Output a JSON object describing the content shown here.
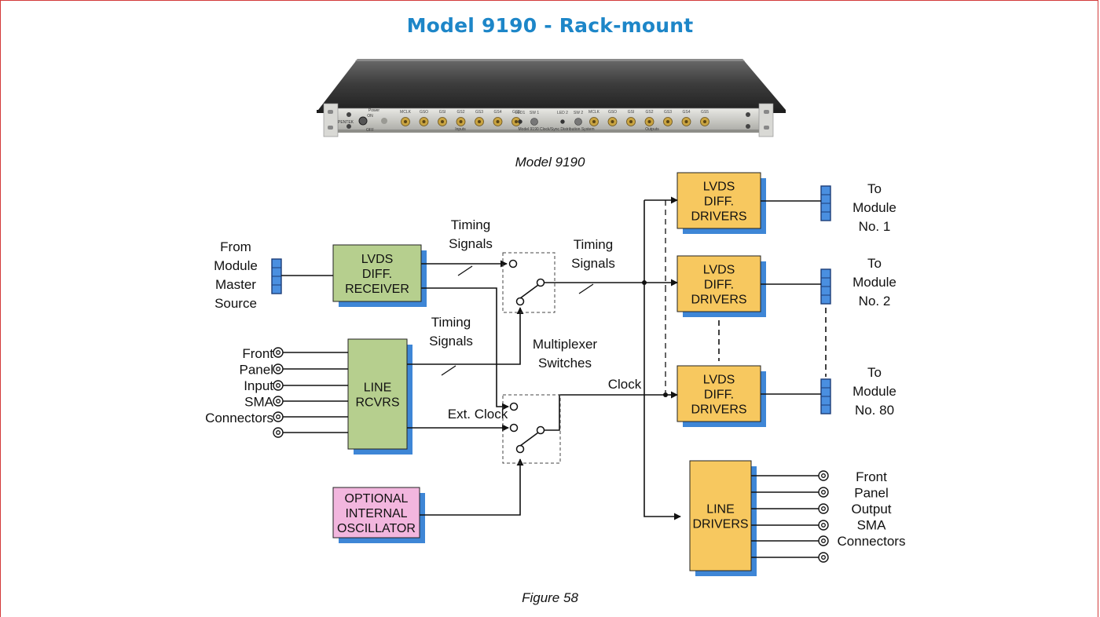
{
  "title": "Model 9190 - Rack-mount",
  "product_caption": "Model 9190",
  "figure_caption": "Figure 58",
  "blocks": {
    "lvds_receiver": [
      "LVDS",
      "DIFF.",
      "RECEIVER"
    ],
    "line_rcvrs": [
      "LINE",
      "RCVRS"
    ],
    "oscillator": [
      "OPTIONAL",
      "INTERNAL",
      "OSCILLATOR"
    ],
    "driver_1": [
      "LVDS",
      "DIFF.",
      "DRIVERS"
    ],
    "driver_2": [
      "LVDS",
      "DIFF.",
      "DRIVERS"
    ],
    "driver_3": [
      "LVDS",
      "DIFF.",
      "DRIVERS"
    ],
    "line_drivers": [
      "LINE",
      "DRIVERS"
    ]
  },
  "labels": {
    "from_module": [
      "From",
      "Module",
      "Master",
      "Source"
    ],
    "front_input": [
      "Front",
      "Panel",
      "Input",
      "SMA",
      "Connectors"
    ],
    "front_output": [
      "Front",
      "Panel",
      "Output",
      "SMA",
      "Connectors"
    ],
    "to_module_1": [
      "To",
      "Module",
      "No. 1"
    ],
    "to_module_2": [
      "To",
      "Module",
      "No. 2"
    ],
    "to_module_80": [
      "To",
      "Module",
      "No. 80"
    ],
    "timing_signals_1": [
      "Timing",
      "Signals"
    ],
    "timing_signals_2": [
      "Timing",
      "Signals"
    ],
    "timing_signals_3": [
      "Timing",
      "Signals"
    ],
    "multiplexer_switches": [
      "Multiplexer",
      "Switches"
    ],
    "ext_clock": "Ext. Clock",
    "clock": "Clock"
  },
  "panel_labels": {
    "power": "Power",
    "inputs": "Inputs",
    "outputs": "Outputs",
    "model_text": "Model 9190 Clock/Sync Distribution System",
    "brand": "PENTEK",
    "on": "ON",
    "off": "OFF",
    "ports_left": [
      "MCLK",
      "GSO",
      "GSI",
      "GS2",
      "GS3",
      "GS4",
      "GS5"
    ],
    "ports_right": [
      "MCLK",
      "GSO",
      "GSI",
      "GS2",
      "GS3",
      "GS4",
      "GS5"
    ],
    "switches": [
      "LED1",
      "SW 1",
      "LED 2",
      "SW 2"
    ]
  },
  "colors": {
    "title": "#1d86c8",
    "receiver_fill": "#b6cf8e",
    "driver_fill": "#f7c85f",
    "oscillator_fill": "#f2b6de",
    "shadow": "#3e86d6",
    "connector": "#4a8fe0",
    "frame": "#d33a3a"
  }
}
